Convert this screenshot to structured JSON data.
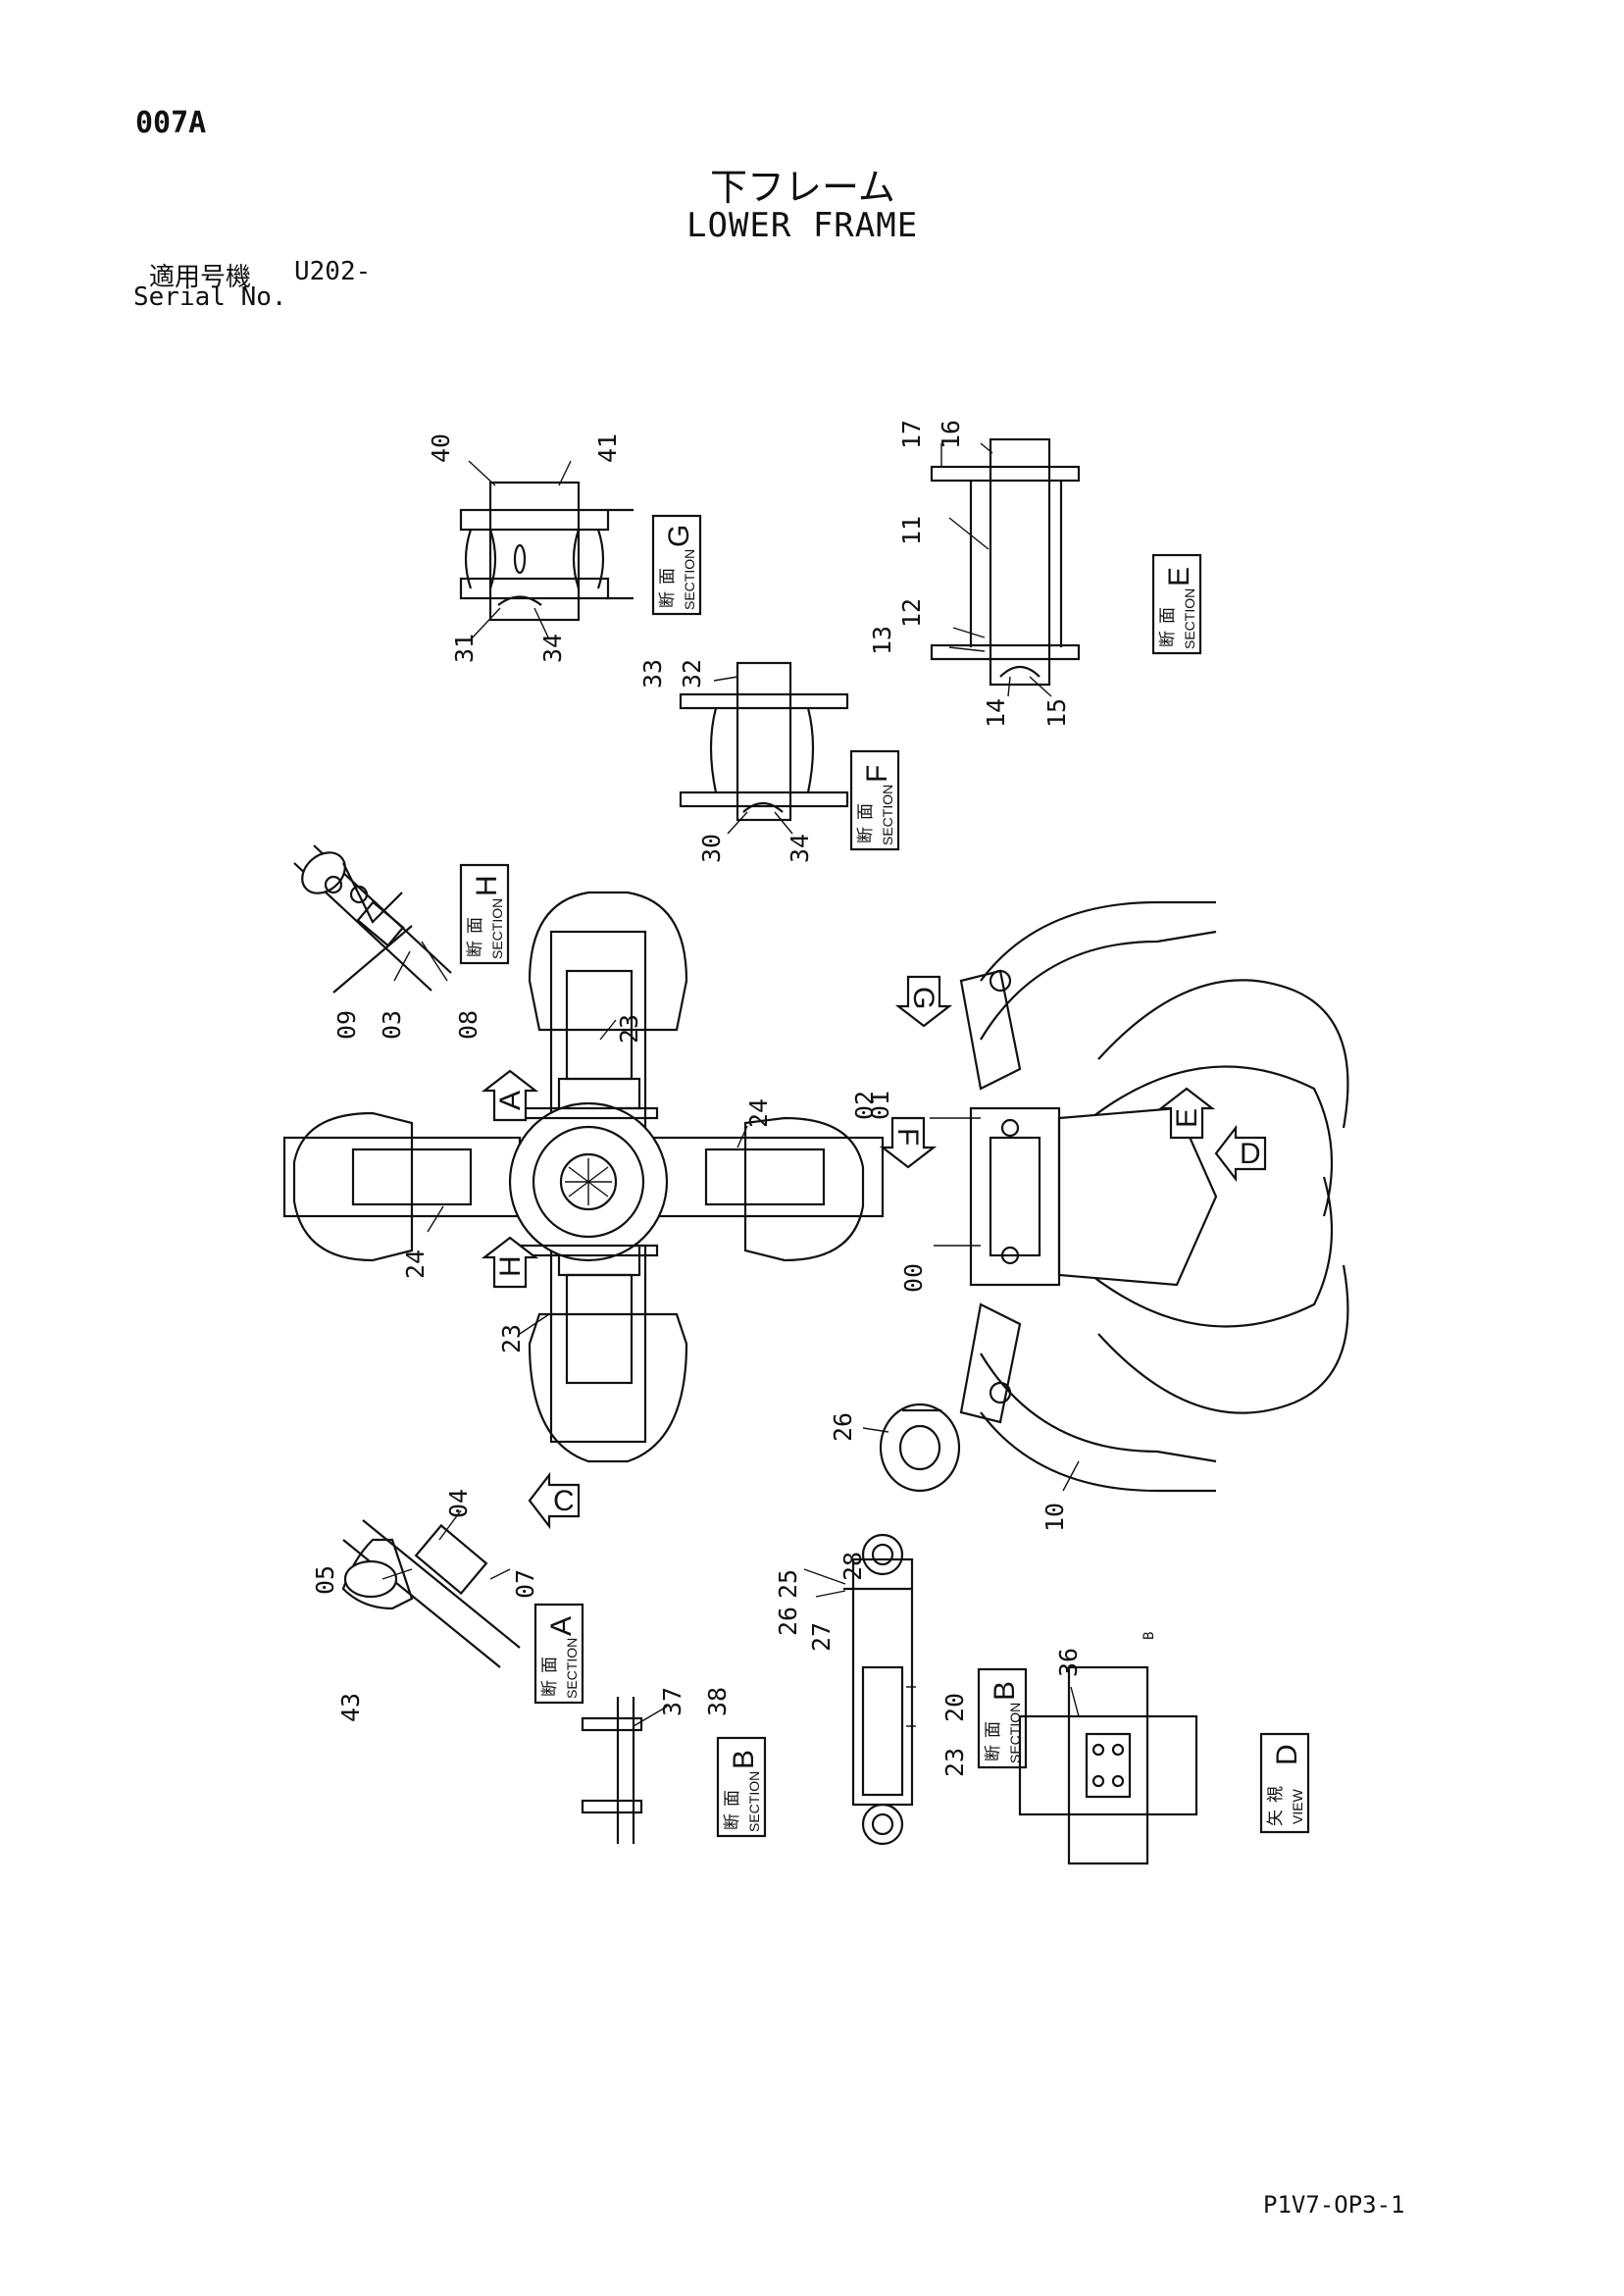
{
  "header": {
    "page_code": "007A",
    "title_jp": "下フレーム",
    "title_en": "LOWER FRAME",
    "serial_label_jp": "適用号機",
    "serial_value": "U202-",
    "serial_label_en": "Serial No."
  },
  "footer": {
    "drawing_code": "P1V7-OP3-1"
  },
  "section_labels": {
    "G": {
      "kanji_1": "断",
      "kanji_2": "面",
      "en": "SECTION",
      "letter": "G"
    },
    "E": {
      "kanji_1": "断",
      "kanji_2": "面",
      "en": "SECTION",
      "letter": "E"
    },
    "F": {
      "kanji_1": "断",
      "kanji_2": "面",
      "en": "SECTION",
      "letter": "F"
    },
    "H": {
      "kanji_1": "断",
      "kanji_2": "面",
      "en": "SECTION",
      "letter": "H"
    },
    "A": {
      "kanji_1": "断",
      "kanji_2": "面",
      "en": "SECTION",
      "letter": "A"
    },
    "B1": {
      "kanji_1": "断",
      "kanji_2": "面",
      "en": "SECTION",
      "letter": "B"
    },
    "B2": {
      "kanji_1": "断",
      "kanji_2": "面",
      "en": "SECTION",
      "letter": "B"
    },
    "D": {
      "kanji_1": "矢",
      "kanji_2": "視",
      "en": "VIEW",
      "letter": "D"
    }
  },
  "view_arrows": {
    "A": "A",
    "C": "C",
    "D": "D",
    "E": "E",
    "F": "F",
    "G": "G",
    "H": "H"
  },
  "callouts": {
    "c00": "00",
    "c01": "01",
    "c02": "02",
    "c03": "03",
    "c04": "04",
    "c05": "05",
    "c07": "07",
    "c08": "08",
    "c09": "09",
    "c10": "10",
    "c11": "11",
    "c12": "12",
    "c13": "13",
    "c14": "14",
    "c15": "15",
    "c16": "16",
    "c17": "17",
    "c20": "20",
    "c23a": "23",
    "c23b": "23",
    "c23c": "23",
    "c24a": "24",
    "c24b": "24",
    "c25": "25",
    "c26a": "26",
    "c26b": "26",
    "c27": "27",
    "c28": "28",
    "c30": "30",
    "c31": "31",
    "c32": "32",
    "c33": "33",
    "c34a": "34",
    "c34b": "34",
    "c36": "36",
    "c37": "37",
    "c38": "38",
    "c40": "40",
    "c41": "41",
    "c43": "43",
    "cB": "B"
  }
}
